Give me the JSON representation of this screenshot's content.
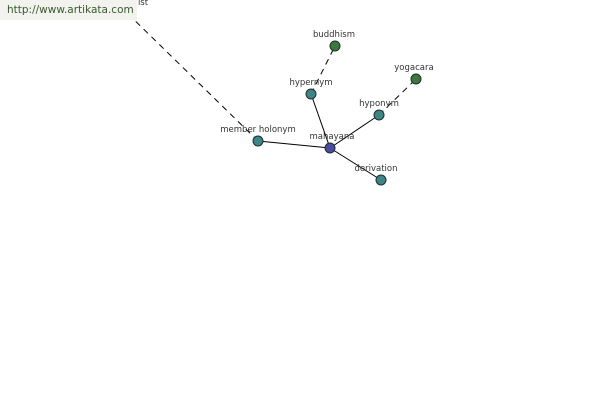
{
  "watermark": {
    "text": "http://www.artikata.com"
  },
  "colors": {
    "center_node": "#4a4a9e",
    "relation_node": "#3f8585",
    "word_node": "#3c7a3c"
  },
  "graph": {
    "nodes": [
      {
        "id": "mahayana",
        "label": "mahayana",
        "kind": "center"
      },
      {
        "id": "hypernym",
        "label": "hypernym",
        "kind": "relation"
      },
      {
        "id": "hyponym",
        "label": "hyponym",
        "kind": "relation"
      },
      {
        "id": "member_holonym",
        "label": "member holonym",
        "kind": "relation"
      },
      {
        "id": "derivation",
        "label": "derivation",
        "kind": "relation"
      },
      {
        "id": "buddhism",
        "label": "buddhism",
        "kind": "word"
      },
      {
        "id": "yogacara",
        "label": "yogacara",
        "kind": "word"
      },
      {
        "id": "offscreen_word",
        "label": "ist",
        "kind": "word"
      }
    ],
    "edges": [
      {
        "from": "mahayana",
        "to": "hypernym",
        "style": "solid"
      },
      {
        "from": "mahayana",
        "to": "hyponym",
        "style": "solid"
      },
      {
        "from": "mahayana",
        "to": "member_holonym",
        "style": "solid"
      },
      {
        "from": "mahayana",
        "to": "derivation",
        "style": "solid"
      },
      {
        "from": "hypernym",
        "to": "buddhism",
        "style": "dashed"
      },
      {
        "from": "hyponym",
        "to": "yogacara",
        "style": "dashed"
      },
      {
        "from": "member_holonym",
        "to": "offscreen_word",
        "style": "dashed"
      }
    ]
  }
}
